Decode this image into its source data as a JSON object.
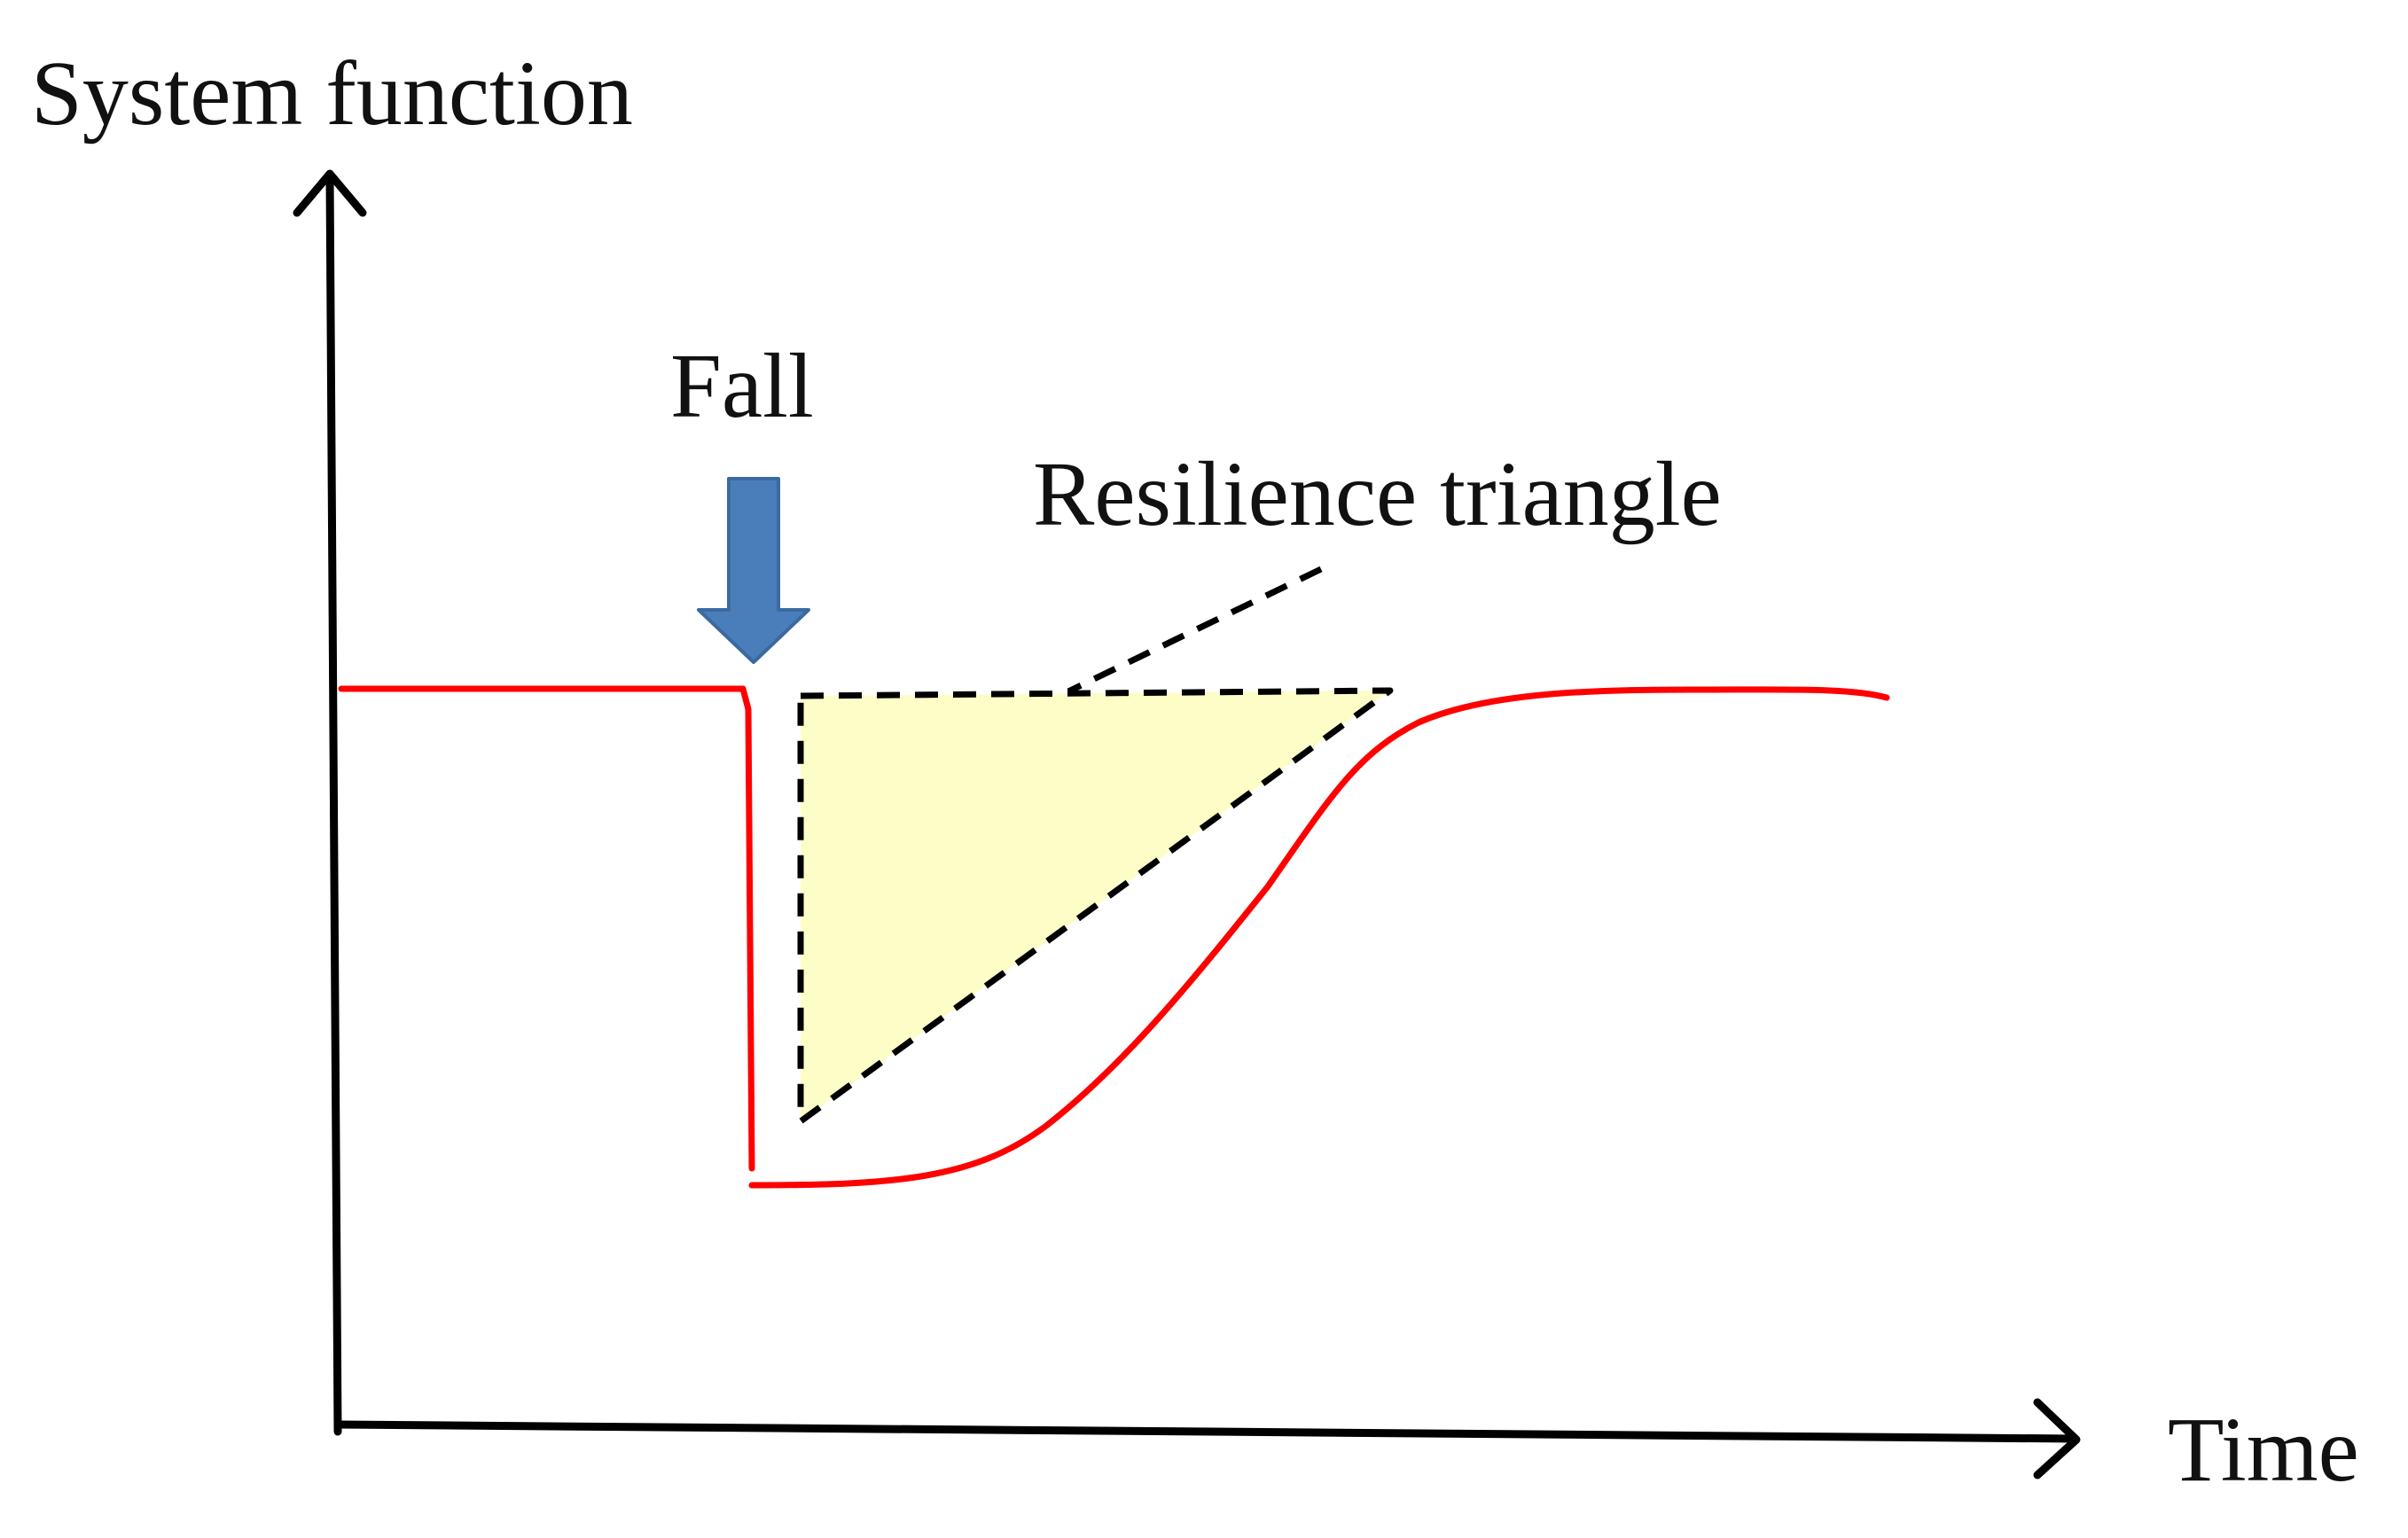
{
  "labels": {
    "y_axis": "System function",
    "x_axis": "Time",
    "event": "Fall",
    "area": "Resilience triangle"
  },
  "colors": {
    "curve": "#ff0000",
    "triangle_fill": "#fdfdc8",
    "triangle_border": "#000000",
    "arrow": "#4a7ebb",
    "arrow_border": "#3b6aa0",
    "axes": "#000000"
  },
  "icons": {
    "event_marker": "down-arrow-icon"
  }
}
